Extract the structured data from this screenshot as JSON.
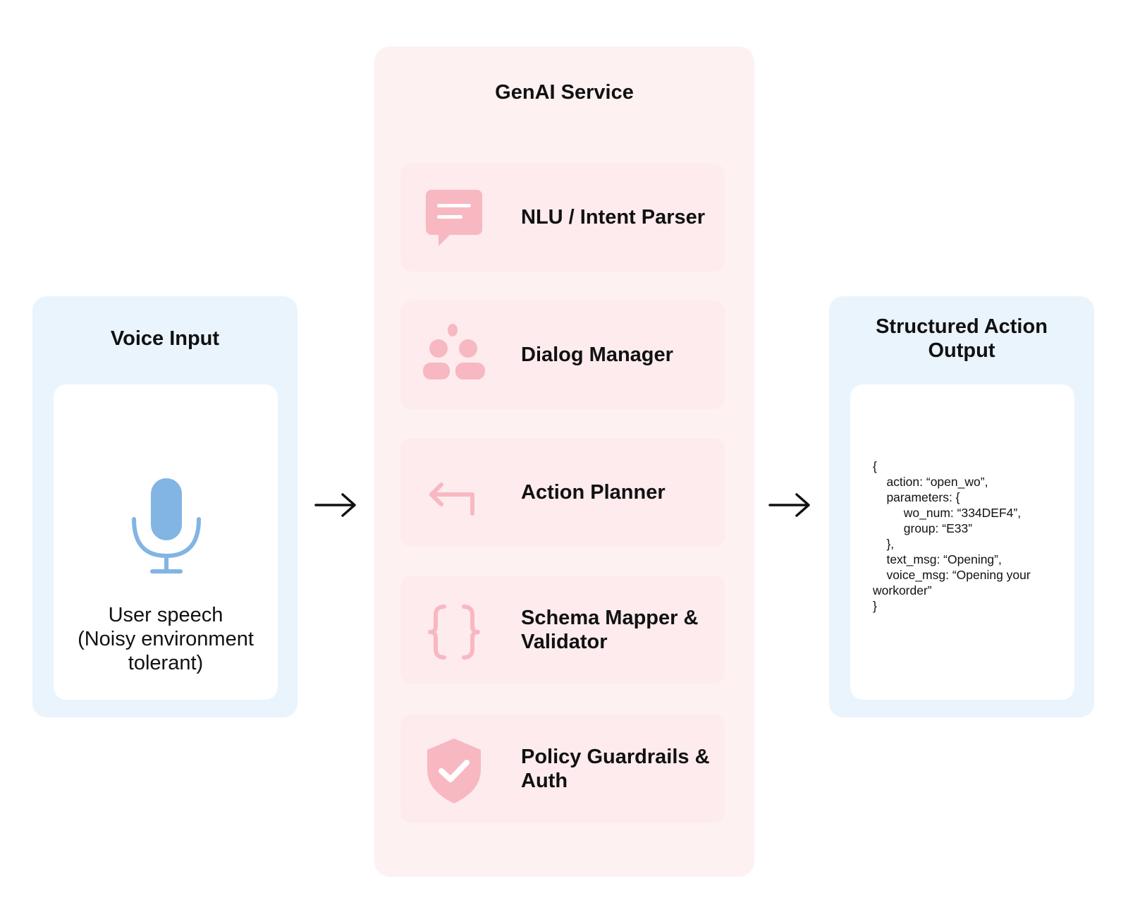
{
  "voice_input": {
    "title": "Voice Input",
    "icon": "microphone-icon",
    "description": "User speech\n(Noisy environment\ntolerant)"
  },
  "genai_service": {
    "title": "GenAI Service",
    "components": [
      {
        "label": "NLU / Intent Parser",
        "icon": "chat-bubble-icon"
      },
      {
        "label": "Dialog Manager",
        "icon": "people-icon"
      },
      {
        "label": "Action Planner",
        "icon": "return-arrow-icon"
      },
      {
        "label": "Schema Mapper &\nValidator",
        "icon": "curly-braces-icon"
      },
      {
        "label": "Policy Guardrails &\nAuth",
        "icon": "shield-check-icon"
      }
    ]
  },
  "structured_output": {
    "title": "Structured Action\nOutput",
    "json_text": "{\n    action: “open_wo”,\n    parameters: {\n         wo_num: “334DEF4”,\n         group: “E33”\n    },\n    text_msg: “Opening”,\n    voice_msg: “Opening your workorder”\n}"
  },
  "colors": {
    "side_panel_bg": "#eaf4fd",
    "service_panel_bg": "#fdf1f2",
    "component_card_bg": "#fdebee",
    "pink_icon": "#f8b8c1",
    "blue_icon": "#82b4e4",
    "text": "#111111"
  }
}
